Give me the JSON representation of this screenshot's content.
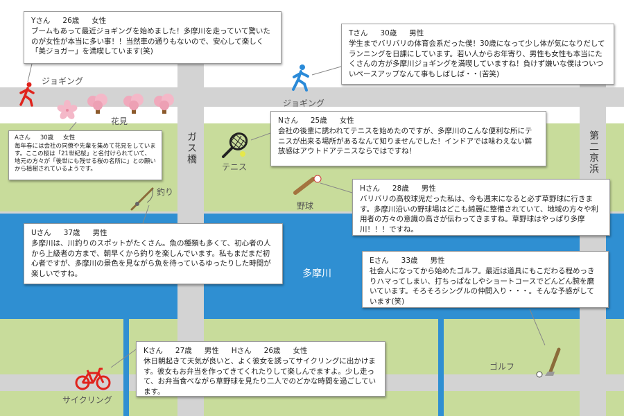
{
  "labels": {
    "jogging_left": "ジョギング",
    "jogging_right": "ジョギング",
    "hanami": "花見",
    "tennis": "テニス",
    "tsuri": "釣り",
    "yakyu": "野球",
    "golf": "ゴルフ",
    "cycling": "サイクリング",
    "gasu_bashi": "ガス橋",
    "daini_keihin": "第二京浜",
    "tamagawa": "多摩川"
  },
  "colors": {
    "green": "#c8dc9b",
    "road": "#d3d3d3",
    "river": "#2f8fd2",
    "jogger_red": "#e0231c",
    "jogger_blue": "#2a8ad8",
    "blossom": "#f4b8c8",
    "bicycle": "#e0231c"
  },
  "icons": [
    "jogger-icon",
    "sakura-flower-icon",
    "cherry-tree-icon",
    "tennis-racket-icon",
    "fishing-rod-icon",
    "baseball-bat-icon",
    "golf-club-icon",
    "bicycle-icon"
  ],
  "cards": {
    "y": {
      "name": "Yさん",
      "age": "26歳",
      "sex": "女性",
      "text": "ブームもあって最近ジョギングを始めました！多摩川を走っていて驚いたのが女性が本当に多い事！！当然車の通りもないので、安心して楽しく「美ジョガー」を満喫しています(笑)"
    },
    "t": {
      "name": "Tさん",
      "age": "30歳",
      "sex": "男性",
      "text": "学生までバリバリの体育会系だった僕！30歳になって少し体が気になりだしてランニングを日課にしています。若い人からお年寄り、男性も女性も本当にたくさんの方が多摩川ジョギングを満喫していますね！負けず嫌いな僕はついついペースアップなんて事もしばしば・・(苦笑)"
    },
    "a": {
      "name": "Aさん",
      "age": "30歳",
      "sex": "女性",
      "text": "毎年春には会社の同僚や先輩を集めて花見をしています。ここの桜は「21世紀桜」と名付けられていて、地元の方々が「後世にも残せる桜の名所に」との願いから植樹されているようです。"
    },
    "n": {
      "name": "Nさん",
      "age": "25歳",
      "sex": "女性",
      "text": "会社の後輩に誘われてテニスを始めたのですが、多摩川のこんな便利な所にテニスが出来る場所があるなんて知りませんでした！インドアでは味わえない解放感はアウトドアテニスならではですね！"
    },
    "h": {
      "name": "Hさん",
      "age": "28歳",
      "sex": "男性",
      "text": "バリバリの高校球児だった私は、今も週末になると必ず草野球に行きます。多摩川沿いの野球場はどこも綺麗に整備されていて、地域の方々や利用者の方々の意識の高さが伝わってきますね。草野球はやっぱり多摩川！！！ですね。"
    },
    "u": {
      "name": "Uさん",
      "age": "37歳",
      "sex": "男性",
      "text": "多摩川は、川釣りのスポットがたくさん。魚の種類も多くて、初心者の人から上級者の方まで、朝早くから釣りを楽しんでいます。私もまだまだ初心者ですが、多摩川の景色を見ながら魚を待っているゆったりした時間が楽しいですね。"
    },
    "e": {
      "name": "Eさん",
      "age": "33歳",
      "sex": "男性",
      "text": "社会人になってから始めたゴルフ。最近は道具にもこだわる程めっきりハマってしまい、打ちっぱなしやショートコースでどんどん腕を磨いています。そろそろシングルの仲間入り・・・。そんな予感がしています(笑)"
    },
    "kh": {
      "name": "Kさん",
      "age": "27歳",
      "sex": "男性",
      "name2": "Hさん",
      "age2": "26歳",
      "sex2": "女性",
      "text": "休日朝起きて天気が良いと、よく彼女を誘ってサイクリングに出かけます。彼女もお弁当を作ってきてくれたりして楽しんでますよ。少し走って、お弁当食べながら草野球を見たり二人でのどかな時間を過ごしています。"
    }
  }
}
